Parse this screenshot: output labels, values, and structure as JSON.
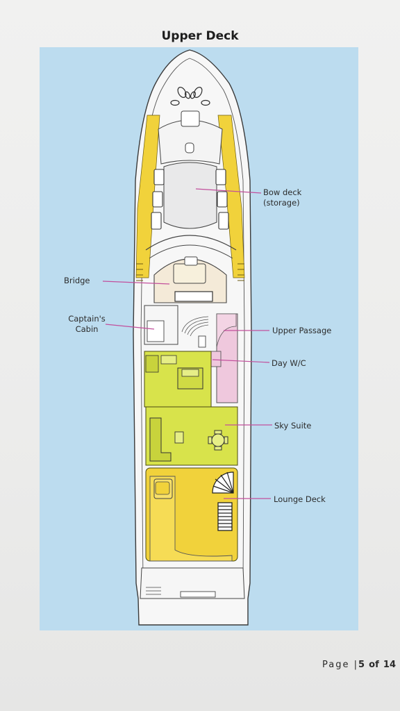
{
  "page_title": "Upper Deck",
  "labels": {
    "bow_deck": "Bow deck\n(storage)",
    "bridge": "Bridge",
    "captains_cabin": "Captain's\nCabin",
    "upper_passage": "Upper Passage",
    "day_wc": "Day W/C",
    "sky_suite": "Sky Suite",
    "lounge_deck": "Lounge Deck"
  },
  "footer": {
    "page_word": "Page",
    "separator": "|",
    "current": "5",
    "of_word": "of",
    "total": "14"
  },
  "colors": {
    "water": "#bcdcef",
    "sun_deck_yellow": "#f1d23b",
    "suite_green": "#d8e34b",
    "passage_pink": "#efc8dd",
    "leader_line": "#c24f9c"
  }
}
